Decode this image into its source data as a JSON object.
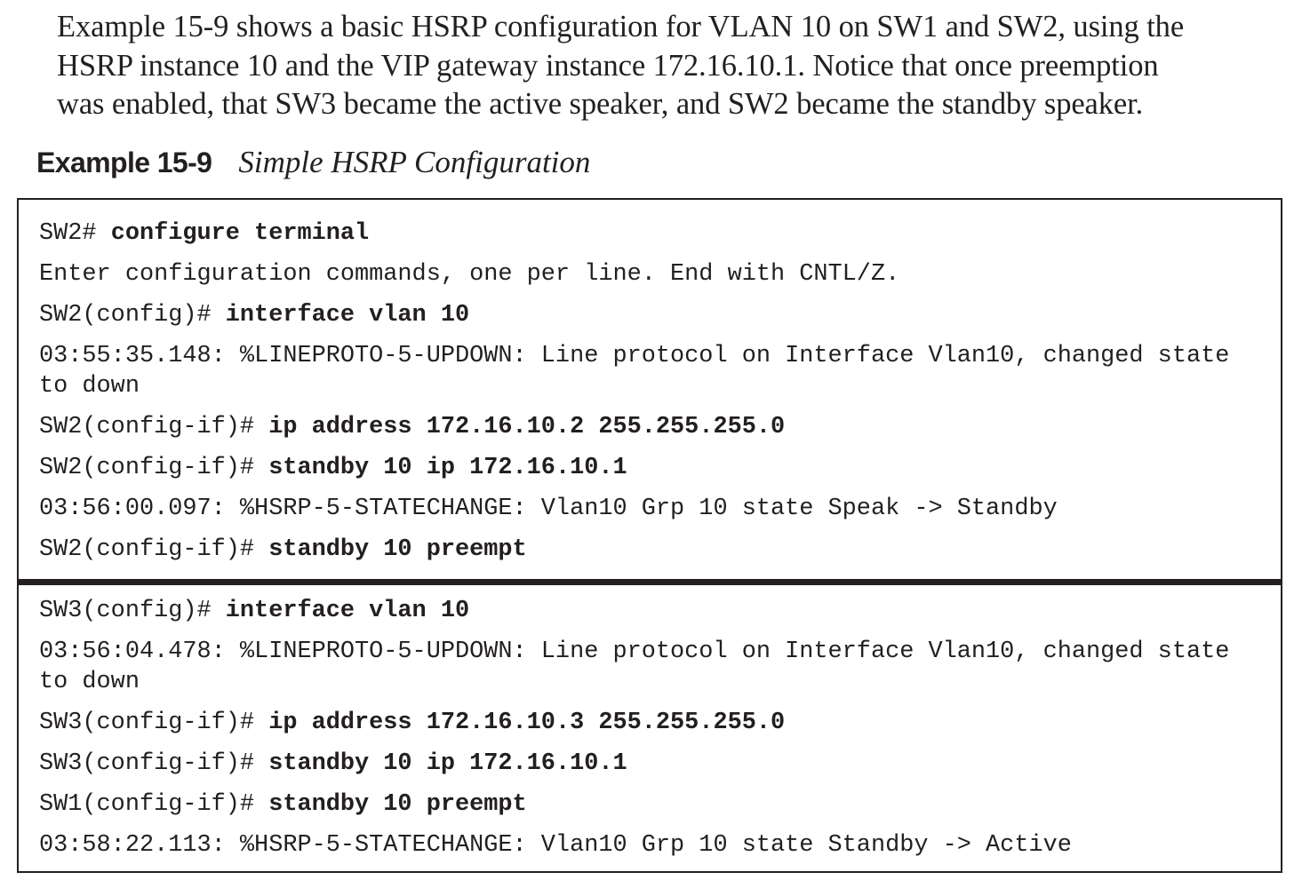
{
  "intro": {
    "lines": [
      "Example 15-9 shows a basic HSRP configuration for VLAN 10 on SW1 and SW2, using the",
      "HSRP instance 10 and the VIP gateway instance 172.16.10.1. Notice that once preemption",
      "was enabled, that SW3 became the active speaker, and SW2 became the standby speaker."
    ]
  },
  "caption": {
    "label": "Example 15-9",
    "title": "Simple HSRP Configuration"
  },
  "code": {
    "section1": [
      {
        "prompt": "SW2# ",
        "cmd": "configure terminal"
      },
      {
        "text": "Enter configuration commands, one per line. End with CNTL/Z."
      },
      {
        "prompt": "SW2(config)# ",
        "cmd": "interface vlan 10"
      },
      {
        "text": "03:55:35.148: %LINEPROTO-5-UPDOWN: Line protocol on Interface Vlan10, changed state",
        "cont": "to down"
      },
      {
        "prompt": "SW2(config-if)# ",
        "cmd": "ip address 172.16.10.2 255.255.255.0"
      },
      {
        "prompt": "SW2(config-if)# ",
        "cmd": "standby 10 ip 172.16.10.1"
      },
      {
        "text": "03:56:00.097: %HSRP-5-STATECHANGE: Vlan10 Grp 10 state Speak -> Standby"
      },
      {
        "prompt": "SW2(config-if)# ",
        "cmd": "standby 10 preempt"
      }
    ],
    "section2": [
      {
        "prompt": "SW3(config)# ",
        "cmd": "interface vlan 10"
      },
      {
        "text": "03:56:04.478: %LINEPROTO-5-UPDOWN: Line protocol on Interface Vlan10, changed state",
        "cont": "to down"
      },
      {
        "prompt": "SW3(config-if)# ",
        "cmd": "ip address 172.16.10.3 255.255.255.0"
      },
      {
        "prompt": "SW3(config-if)# ",
        "cmd": "standby 10 ip 172.16.10.1"
      },
      {
        "prompt": "SW1(config-if)# ",
        "cmd": "standby 10 preempt"
      },
      {
        "text": "03:58:22.113: %HSRP-5-STATECHANGE: Vlan10 Grp 10 state Standby -> Active"
      }
    ]
  }
}
